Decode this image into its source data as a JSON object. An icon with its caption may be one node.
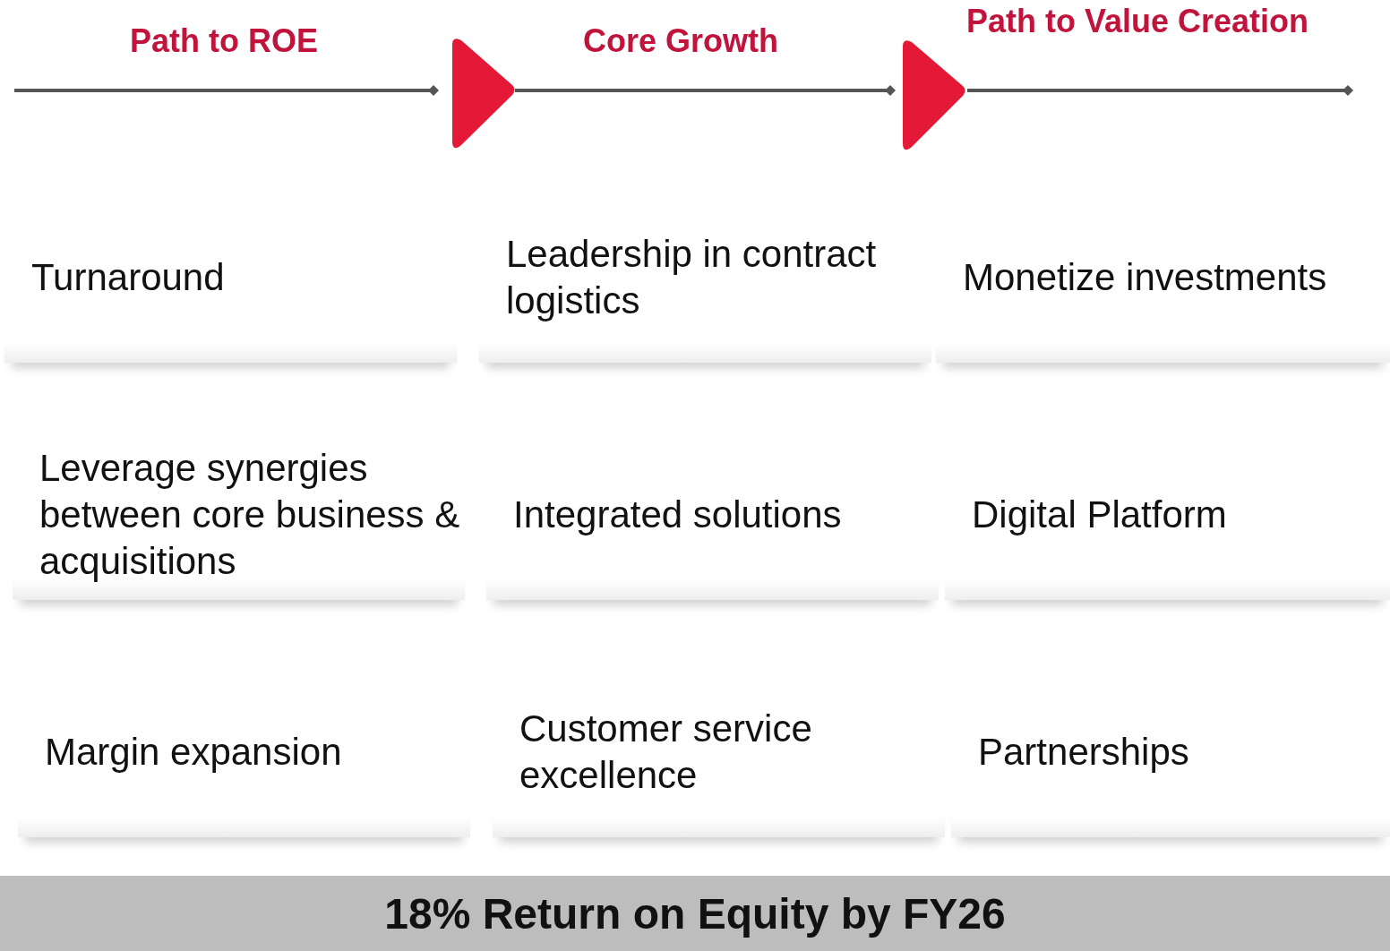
{
  "diagram": {
    "nodes": [
      {
        "text": [
          "Turnaround"
        ]
      },
      {
        "text": [
          "Leadership in contract logistics"
        ]
      },
      {
        "text": [
          "Monetize investments"
        ]
      },
      {
        "text": [
          "Leverage synergies between core business & acquisitions"
        ]
      },
      {
        "text": [
          "Integrated solutions"
        ]
      },
      {
        "text": [
          "Digital Platform"
        ]
      },
      {
        "text": [
          "Margin expansion"
        ]
      },
      {
        "text": [
          "Customer service excellence"
        ]
      },
      {
        "text": [
          "Partnerships"
        ]
      },
      {
        "text": [
          "18% Return on Equity by FY26"
        ]
      }
    ],
    "labels": [
      "Path to ROE",
      "Core Growth",
      "Path to Value Creation"
    ]
  }
}
